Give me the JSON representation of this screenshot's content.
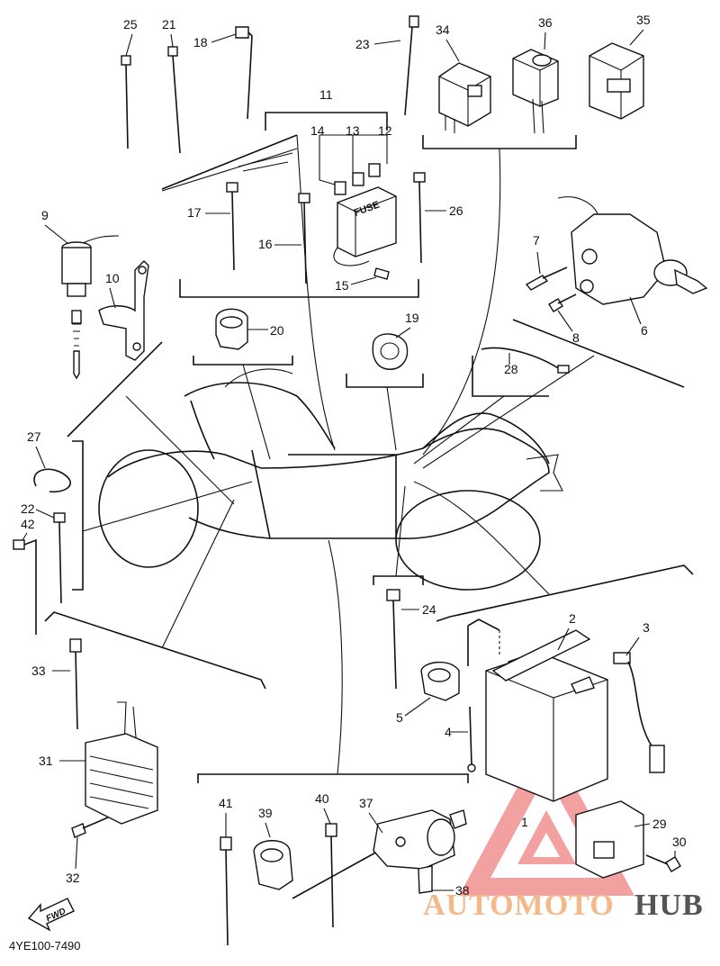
{
  "diagram": {
    "code": "4YE100-7490",
    "fwd_label": "FWD",
    "fuse_label": "FUSE",
    "parts": [
      "1",
      "2",
      "3",
      "4",
      "5",
      "6",
      "7",
      "8",
      "9",
      "10",
      "11",
      "12",
      "13",
      "14",
      "15",
      "16",
      "17",
      "18",
      "19",
      "20",
      "21",
      "22",
      "23",
      "24",
      "25",
      "26",
      "27",
      "28",
      "29",
      "30",
      "31",
      "32",
      "33",
      "34",
      "35",
      "36",
      "37",
      "38",
      "39",
      "40",
      "41",
      "42"
    ]
  },
  "watermark": {
    "brand_left": "AUTOMOTO",
    "brand_right": "HUB",
    "colors": {
      "triangle": "#ef8080",
      "left": "#f4b98a",
      "right": "#555555"
    }
  }
}
